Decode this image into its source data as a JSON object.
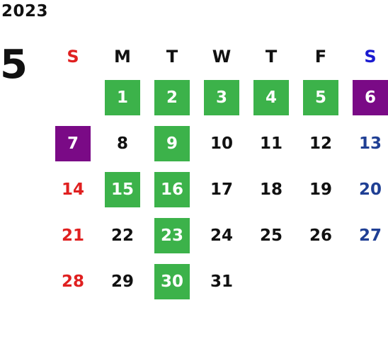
{
  "calendar": {
    "year": "2023",
    "month": "5",
    "weekdays": [
      {
        "label": "S",
        "color": "#e02020"
      },
      {
        "label": "M",
        "color": "#111111"
      },
      {
        "label": "T",
        "color": "#111111"
      },
      {
        "label": "W",
        "color": "#111111"
      },
      {
        "label": "T",
        "color": "#111111"
      },
      {
        "label": "F",
        "color": "#111111"
      },
      {
        "label": "S",
        "color": "#1a1ad0"
      }
    ],
    "colors": {
      "default_text": "#111111",
      "sunday_text": "#e02020",
      "saturday_text": "#1f3f94",
      "green_fill": "#3cb24a",
      "purple_fill": "#7a0a86",
      "highlight_text": "#ffffff"
    },
    "weeks": [
      [
        {
          "day": ""
        },
        {
          "day": "1",
          "fill": "green"
        },
        {
          "day": "2",
          "fill": "green"
        },
        {
          "day": "3",
          "fill": "green"
        },
        {
          "day": "4",
          "fill": "green"
        },
        {
          "day": "5",
          "fill": "green"
        },
        {
          "day": "6",
          "fill": "purple"
        }
      ],
      [
        {
          "day": "7",
          "fill": "purple"
        },
        {
          "day": "8"
        },
        {
          "day": "9",
          "fill": "green"
        },
        {
          "day": "10"
        },
        {
          "day": "11"
        },
        {
          "day": "12"
        },
        {
          "day": "13"
        }
      ],
      [
        {
          "day": "14"
        },
        {
          "day": "15",
          "fill": "green"
        },
        {
          "day": "16",
          "fill": "green"
        },
        {
          "day": "17"
        },
        {
          "day": "18"
        },
        {
          "day": "19"
        },
        {
          "day": "20"
        }
      ],
      [
        {
          "day": "21"
        },
        {
          "day": "22"
        },
        {
          "day": "23",
          "fill": "green"
        },
        {
          "day": "24"
        },
        {
          "day": "25"
        },
        {
          "day": "26"
        },
        {
          "day": "27"
        }
      ],
      [
        {
          "day": "28"
        },
        {
          "day": "29"
        },
        {
          "day": "30",
          "fill": "green"
        },
        {
          "day": "31"
        },
        {
          "day": ""
        },
        {
          "day": ""
        },
        {
          "day": ""
        }
      ]
    ]
  }
}
